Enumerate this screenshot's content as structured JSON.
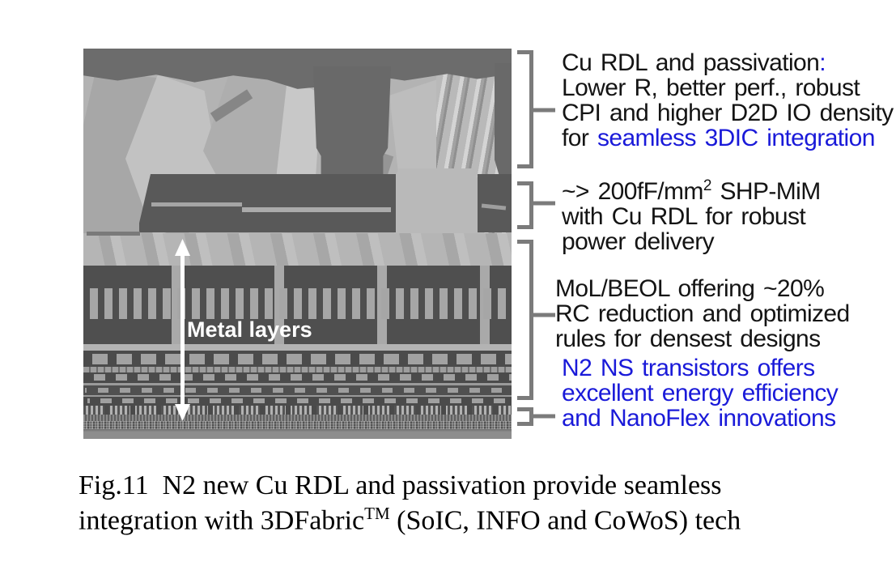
{
  "colors": {
    "annotation_blue": "#1a1ad9",
    "bracket_gray": "#7b7b7b",
    "text_black": "#141414"
  },
  "sem_label": {
    "metal_layers": "Metal layers"
  },
  "annotations": {
    "cu_rdl": {
      "l1a": "Cu RDL and passivation",
      "l1b": ":",
      "l2": "Lower R, better perf., robust",
      "l3": "CPI and higher D2D IO density",
      "l4a": "for ",
      "l4b": "seamless 3DIC integration"
    },
    "shp_mim": {
      "l1a": "~> 200fF/mm",
      "l1sup": "2",
      "l1b": " SHP-MiM",
      "l2": "with Cu RDL for robust",
      "l3": "power delivery"
    },
    "mol_beol": {
      "l1": "MoL/BEOL offering ~20%",
      "l2": "RC reduction and optimized",
      "l3": "rules for densest designs"
    },
    "n2_ns": {
      "l1": "N2 NS transistors offers",
      "l2": "excellent energy efficiency",
      "l3": "and NanoFlex innovations"
    }
  },
  "caption": {
    "l1": "Fig.11  N2 new Cu RDL and passivation provide seamless",
    "l2a": "integration with 3DFabric",
    "l2sup": "TM",
    "l2b": " (SoIC, INFO and CoWoS) tech"
  }
}
